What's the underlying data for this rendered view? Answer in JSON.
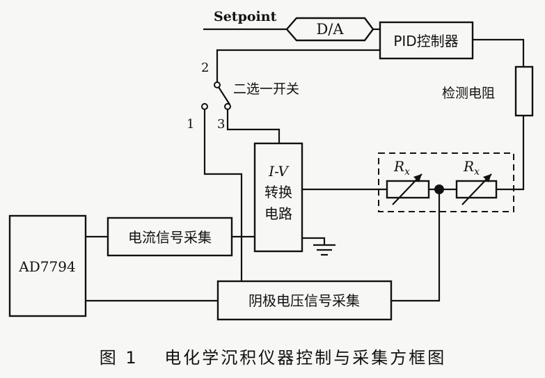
{
  "labels": {
    "setpoint": "Setpoint",
    "da": "D/A",
    "pid": "PID控制器",
    "switch_name": "二选一开关",
    "pin1": "1",
    "pin2": "2",
    "pin3": "3",
    "sense_resistor": "检测电阻",
    "iv_line1": "I-V",
    "iv_line2": "转换",
    "iv_line3": "电路",
    "rx1_main": "R",
    "rx1_sub": "x",
    "rx2_main": "R",
    "rx2_sub": "x",
    "adc": "AD7794",
    "current_acq": "电流信号采集",
    "cathode_acq": "阴极电压信号采集",
    "caption": "图 1　 电化学沉积仪器控制与采集方框图"
  }
}
